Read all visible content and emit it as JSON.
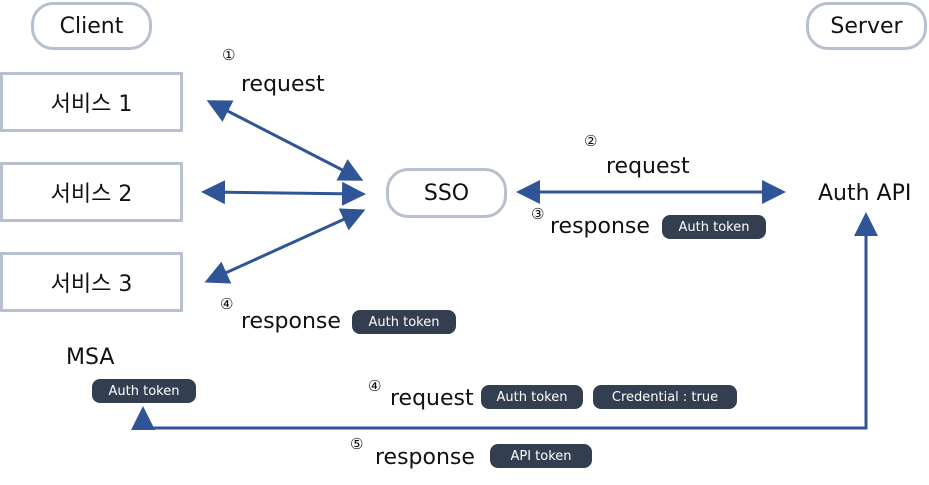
{
  "client": "Client",
  "server": "Server",
  "services": [
    "서비스 1",
    "서비스 2",
    "서비스 3"
  ],
  "sso": "SSO",
  "auth_api": "Auth API",
  "msa": "MSA",
  "steps": {
    "s1": {
      "num": "①",
      "text": "request"
    },
    "s2": {
      "num": "②",
      "text": "request"
    },
    "s3": {
      "num": "③",
      "text": "response"
    },
    "s4a": {
      "num": "④",
      "text": "response"
    },
    "s4b": {
      "num": "④",
      "text": "request"
    },
    "s5": {
      "num": "⑤",
      "text": "response"
    }
  },
  "tags": {
    "msa": "Auth token",
    "s3": "Auth token",
    "s4a": "Auth token",
    "s4b_token": "Auth token",
    "s4b_credential": "Credential : true",
    "s5": "API token"
  },
  "colors": {
    "arrow": "#2f5597",
    "border": "#b7c0ce",
    "tag": "#333f50"
  }
}
